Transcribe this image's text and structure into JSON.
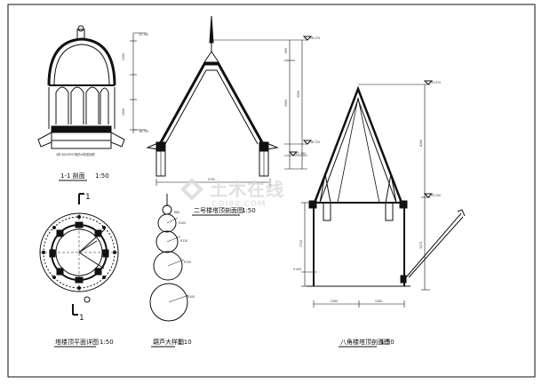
{
  "titles": {
    "section_1_1": "1-1 剖面",
    "scale_1_50_a": "1:50",
    "plan": "塔楼顶平面详图",
    "scale_1_50_b": "1:50",
    "ball_detail": "葫芦大样图",
    "scale_1_10": "1:10",
    "second_tower": "二号楼塔顶剖面图",
    "scale_1_50_c": "1:50",
    "octagon": "八角楼塔顶剖面图",
    "scale_1_50_d": "1:50"
  },
  "notes": {
    "section_note": "4厚 ΦS20PVC管防水防腐处理"
  },
  "levels": {
    "s1_top": "20.190",
    "s1_bottom": "18.720",
    "s2_top": "26.270",
    "s2_mid": "18.720",
    "s2_low": "17.790",
    "s3_top": "19.470",
    "s3_mid": "13.250",
    "s3_bottom": "9.400"
  },
  "dims": {
    "s2_width": "5700",
    "s2_h1": "4500",
    "s2_h2": "5500",
    "s2_h3": "900",
    "s3_h1": "6200",
    "s3_h2": "3470",
    "s3_h3": "3745",
    "s3_w1": "2280",
    "s3_w2": "2280",
    "s1_h1": "1200",
    "s1_h2": "1500",
    "ball_d1": "R80",
    "ball_d2": "R100",
    "ball_d3": "R120",
    "ball_d4": "R150",
    "ball_d5": "R200"
  },
  "section_marks": {
    "label": "1"
  },
  "watermark": {
    "main": "土木在线",
    "sub": "COI88.COM"
  }
}
